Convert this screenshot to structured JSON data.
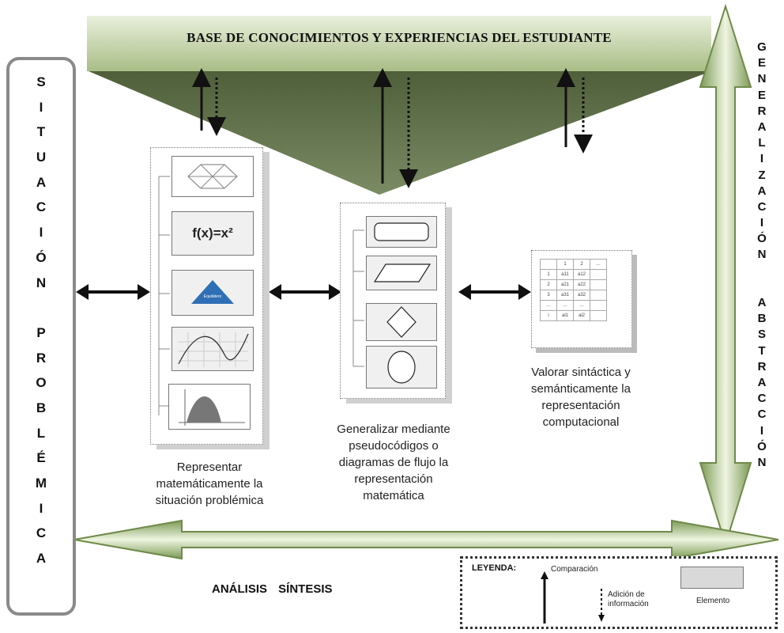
{
  "header": {
    "title": "BASE DE CONOCIMIENTOS Y EXPERIENCIAS DEL ESTUDIANTE"
  },
  "left_axis": {
    "letters": [
      "S",
      "I",
      "T",
      "U",
      "A",
      "C",
      "I",
      "Ó",
      "N",
      " ",
      "P",
      "R",
      "O",
      "B",
      "L",
      "É",
      "M",
      "I",
      "C",
      "A"
    ]
  },
  "right_axis": {
    "letters": [
      "G",
      "E",
      "N",
      "E",
      "R",
      "A",
      "L",
      "I",
      "Z",
      "A",
      "C",
      "I",
      "Ó",
      "N",
      " ",
      " ",
      "A",
      "B",
      "S",
      "T",
      "R",
      "A",
      "C",
      "C",
      "I",
      "Ó",
      "N"
    ]
  },
  "bottom_axis": {
    "label": "ANÁLISIS   SÍNTESIS"
  },
  "panels": {
    "math": {
      "caption": "Representar matemáticamente la situación problémica",
      "formula": "f(x)=x²",
      "triangle_label": "Equilátero"
    },
    "flow": {
      "caption": "Generalizar mediante pseudocódigos o diagramas de flujo la representación matemática"
    },
    "comp": {
      "caption": "Valorar sintáctica y semánticamente la representación computacional"
    }
  },
  "legend": {
    "title": "LEYENDA:",
    "comparison": "Comparación",
    "addition": "Adición de información",
    "element": "Elemento"
  },
  "colors": {
    "header_green": "#c8d8a8",
    "funnel_green": "#5d6e47",
    "arrow_green_light": "#e6f0d2",
    "arrow_green_dark": "#7f9a5a"
  }
}
